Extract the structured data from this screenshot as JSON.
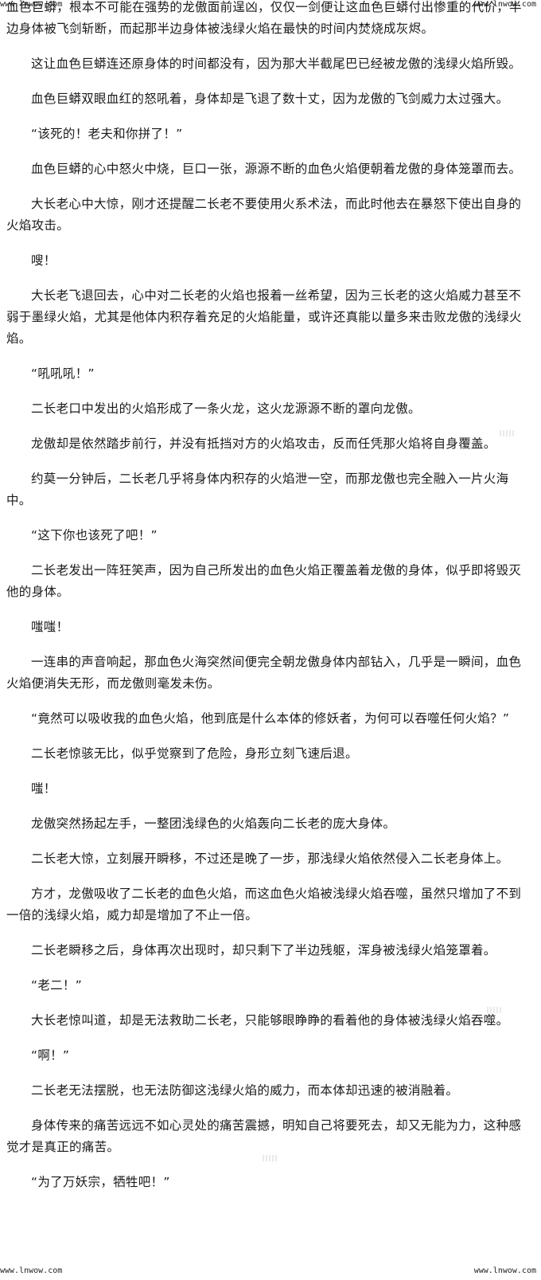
{
  "watermarks": {
    "top_left": "www.lnwow.com",
    "top_right": "www.lnwow.com",
    "bottom_left": "www.lnwow.com",
    "bottom_right": "www.lnwow.com"
  },
  "paragraphs": [
    "血色巨蟒，根本不可能在强势的龙傲面前逞凶，仅仅一剑便让这血色巨蟒付出惨重的代价，半边身体被飞剑斩断，而起那半边身体被浅绿火焰在最快的时间内焚烧成灰烬。",
    "这让血色巨蟒连还原身体的时间都没有，因为那大半截尾巴已经被龙傲的浅绿火焰所毁。",
    "血色巨蟒双眼血红的怒吼着，身体却是飞退了数十丈，因为龙傲的飞剑威力太过强大。",
    "“该死的！老夫和你拼了！”",
    "血色巨蟒的心中怒火中烧，巨口一张，源源不断的血色火焰便朝着龙傲的身体笼罩而去。",
    "大长老心中大惊，刚才还提醒二长老不要使用火系术法，而此时他去在暴怒下使出自身的火焰攻击。",
    "嗖！",
    "大长老飞退回去，心中对二长老的火焰也报着一丝希望，因为三长老的这火焰威力甚至不弱于墨绿火焰，尤其是他体内积存着充足的火焰能量，或许还真能以量多来击败龙傲的浅绿火焰。",
    "“吼吼吼！”",
    "二长老口中发出的火焰形成了一条火龙，这火龙源源不断的罩向龙傲。",
    "龙傲却是依然踏步前行，并没有抵挡对方的火焰攻击，反而任凭那火焰将自身覆盖。",
    "约莫一分钟后，二长老几乎将身体内积存的火焰泄一空，而那龙傲也完全融入一片火海中。",
    "“这下你也该死了吧！”",
    "二长老发出一阵狂笑声，因为自己所发出的血色火焰正覆盖着龙傲的身体，似乎即将毁灭他的身体。",
    "嗤嗤！",
    "一连串的声音响起，那血色火海突然间便完全朝龙傲身体内部钻入，几乎是一瞬间，血色火焰便消失无形，而龙傲则毫发未伤。",
    "“竟然可以吸收我的血色火焰，他到底是什么本体的修妖者，为何可以吞噬任何火焰？”",
    "二长老惊骇无比，似乎觉察到了危险，身形立刻飞速后退。",
    "嗤！",
    "龙傲突然扬起左手，一整团浅绿色的火焰轰向二长老的庞大身体。",
    "二长老大惊，立刻展开瞬移，不过还是晚了一步，那浅绿火焰依然侵入二长老身体上。",
    "方才，龙傲吸收了二长老的血色火焰，而这血色火焰被浅绿火焰吞噬，虽然只增加了不到一倍的浅绿火焰，威力却是增加了不止一倍。",
    "二长老瞬移之后，身体再次出现时，却只剩下了半边残躯，浑身被浅绿火焰笼罩着。",
    "“老二！”",
    "大长老惊叫道，却是无法救助二长老，只能够眼睁睁的看着他的身体被浅绿火焰吞噬。",
    "“啊！”",
    "二长老无法摆脱，也无法防御这浅绿火焰的威力，而本体却迅速的被消融着。",
    "身体传来的痛苦远远不如心灵处的痛苦震撼，明知自己将要死去，却又无能为力，这种感觉才是真正的痛苦。",
    "“为了万妖宗，牺牲吧！”"
  ]
}
